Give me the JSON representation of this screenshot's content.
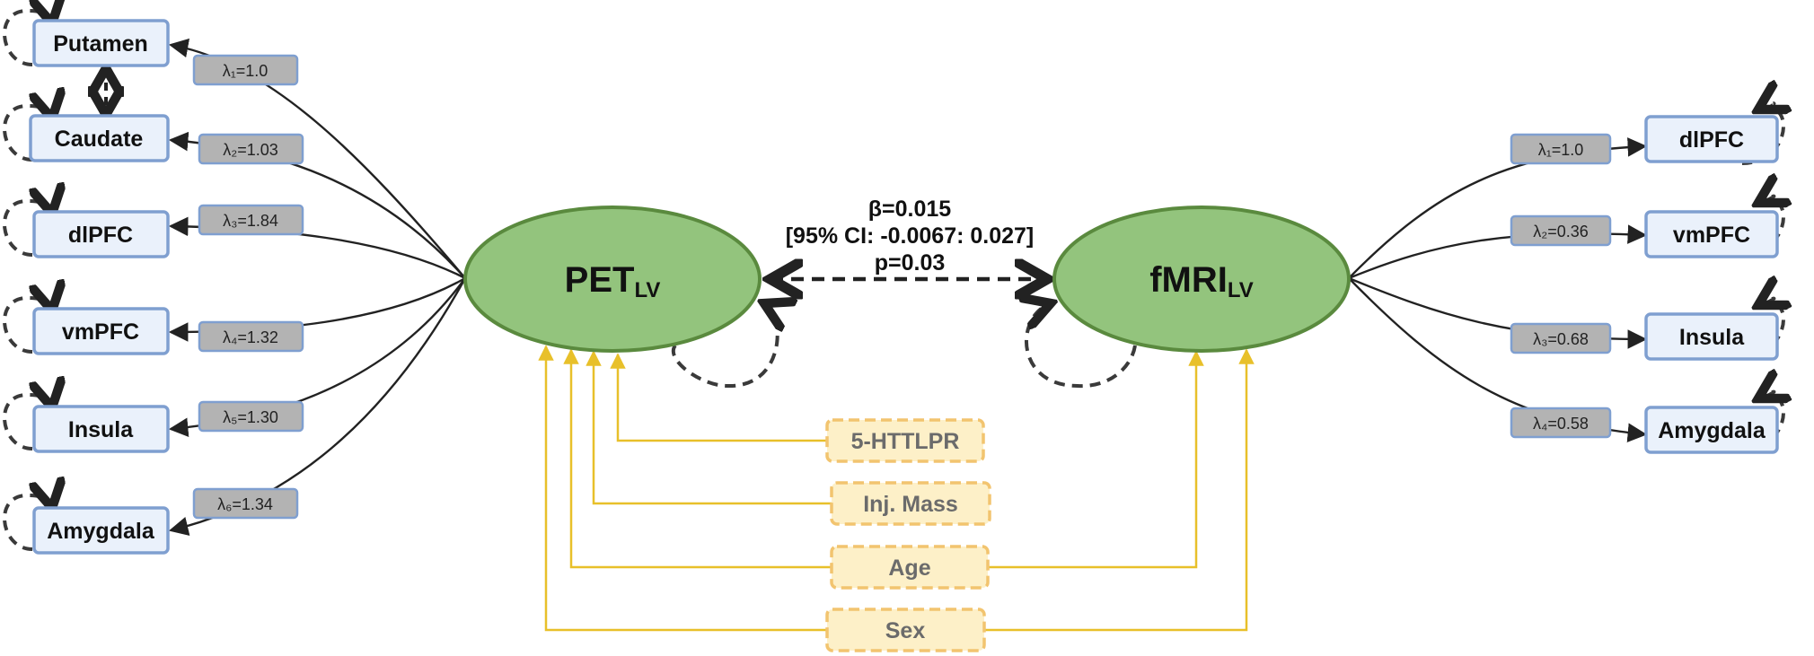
{
  "latents": {
    "pet": {
      "label": "PET",
      "sub": "LV"
    },
    "fmri": {
      "label": "fMRI",
      "sub": "LV"
    }
  },
  "pet_indicators": [
    {
      "name": "Putamen",
      "loading": "λ₁=1.0"
    },
    {
      "name": "Caudate",
      "loading": "λ₂=1.03"
    },
    {
      "name": "dlPFC",
      "loading": "λ₃=1.84"
    },
    {
      "name": "vmPFC",
      "loading": "λ₄=1.32"
    },
    {
      "name": "Insula",
      "loading": "λ₅=1.30"
    },
    {
      "name": "Amygdala",
      "loading": "λ₆=1.34"
    }
  ],
  "fmri_indicators": [
    {
      "name": "dlPFC",
      "loading": "λ₁=1.0"
    },
    {
      "name": "vmPFC",
      "loading": "λ₂=0.36"
    },
    {
      "name": "Insula",
      "loading": "λ₃=0.68"
    },
    {
      "name": "Amygdala",
      "loading": "λ₄=0.58"
    }
  ],
  "covariance": {
    "beta": "β=0.015",
    "ci": "[95% CI: -0.0067: 0.027]",
    "p": "p=0.03"
  },
  "covariates": [
    {
      "name": "5-HTTLPR"
    },
    {
      "name": "Inj. Mass"
    },
    {
      "name": "Age"
    },
    {
      "name": "Sex"
    }
  ],
  "colors": {
    "latent_fill": "#93c47d",
    "latent_stroke": "#5a8a3e",
    "box_fill": "#eaf1fb",
    "box_stroke": "#7f9fd0",
    "loading_fill": "#b3b3b3",
    "loading_stroke": "#7f9fd0",
    "covariate_fill": "#fdf0c8",
    "covariate_stroke": "#f2c46f",
    "covariate_line": "#e8c02a"
  }
}
